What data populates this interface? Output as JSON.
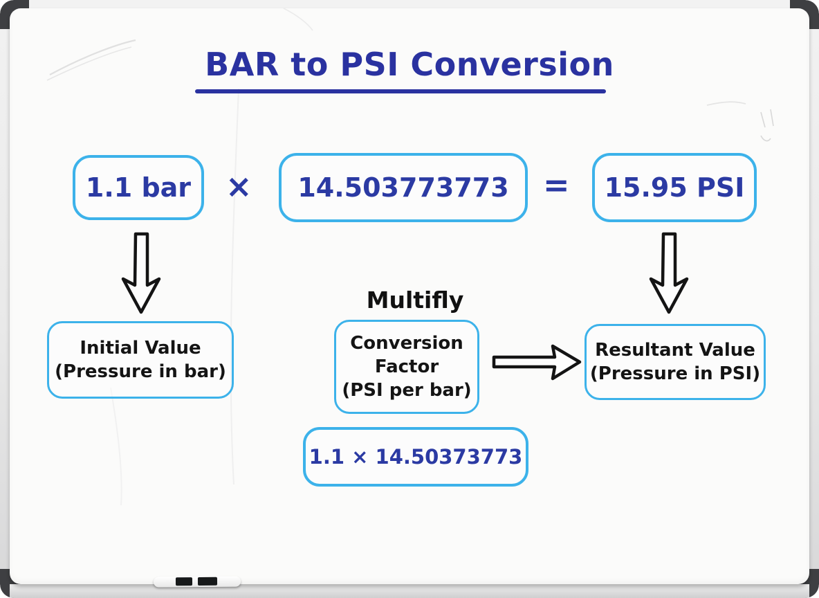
{
  "board": {
    "title": "BAR to PSI Conversion"
  },
  "equation": {
    "initial_box": "1.1 bar",
    "times_sign": "×",
    "factor_box": "14.503773773",
    "equals_sign": "=",
    "result_box": "15.95 PSI"
  },
  "captions": {
    "multiply": "Multifly"
  },
  "labels": {
    "initial": {
      "title": "Initial Value",
      "subtitle": "(Pressure in bar)"
    },
    "conversion": {
      "line1": "Conversion",
      "line2": "Factor",
      "line3": "(PSI per bar)"
    },
    "resultant": {
      "title": "Resultant Value",
      "subtitle": "(Pressure in PSI)"
    }
  },
  "calculation": {
    "expression": "1.1 × 14.50373773"
  },
  "icons": {
    "down_arrow_left": "down-arrow",
    "down_arrow_right": "down-arrow",
    "right_arrow": "right-arrow"
  },
  "colors": {
    "ink_blue": "#2b3aa3",
    "box_border": "#3cb2ea",
    "ink_black": "#141414",
    "frame_dark": "#3e3f42"
  }
}
